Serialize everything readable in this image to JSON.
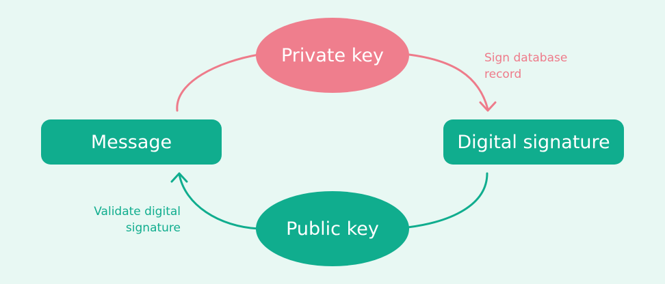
{
  "nodes": {
    "message": "Message",
    "digital_signature": "Digital signature",
    "private_key": "Private key",
    "public_key": "Public key"
  },
  "edges": {
    "sign_line1": "Sign database",
    "sign_line2": "record",
    "validate_line1": "Validate digital",
    "validate_line2": "signature"
  },
  "colors": {
    "background": "#e8f8f3",
    "green": "#10ad8e",
    "pink": "#ef7e8d"
  }
}
